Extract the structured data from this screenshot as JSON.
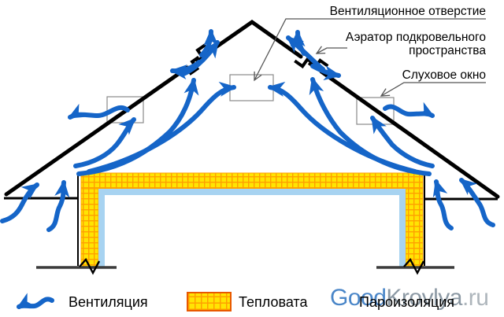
{
  "callouts": {
    "vent_opening": "Вентиляционное отверстие",
    "aerator_line1": "Аэратор подкровельного",
    "aerator_line2": "пространства",
    "dormer_window": "Слуховое окно"
  },
  "legend": {
    "ventilation": "Вентиляция",
    "insulation": "Тепловата",
    "vapor_barrier": "Пароизоляция"
  },
  "watermark": {
    "part_blue": "Good",
    "part_gray": "Krovlya",
    "part_suffix": ".ru"
  },
  "colors": {
    "ink": "#000000",
    "arrow_blue": "#1565C8",
    "vapor_blue": "#A7D3F1",
    "insul_yellow": "#FFE403",
    "insul_grid": "#FFA000",
    "insul_border": "#E85800",
    "ground_gray": "#3C3C3C",
    "callout_gray": "#555555",
    "box_border": "#8A8A8A",
    "wm_blue": "#4A86C8",
    "wm_gray": "#8C99A4",
    "wm_light": "#AEB6BC"
  }
}
